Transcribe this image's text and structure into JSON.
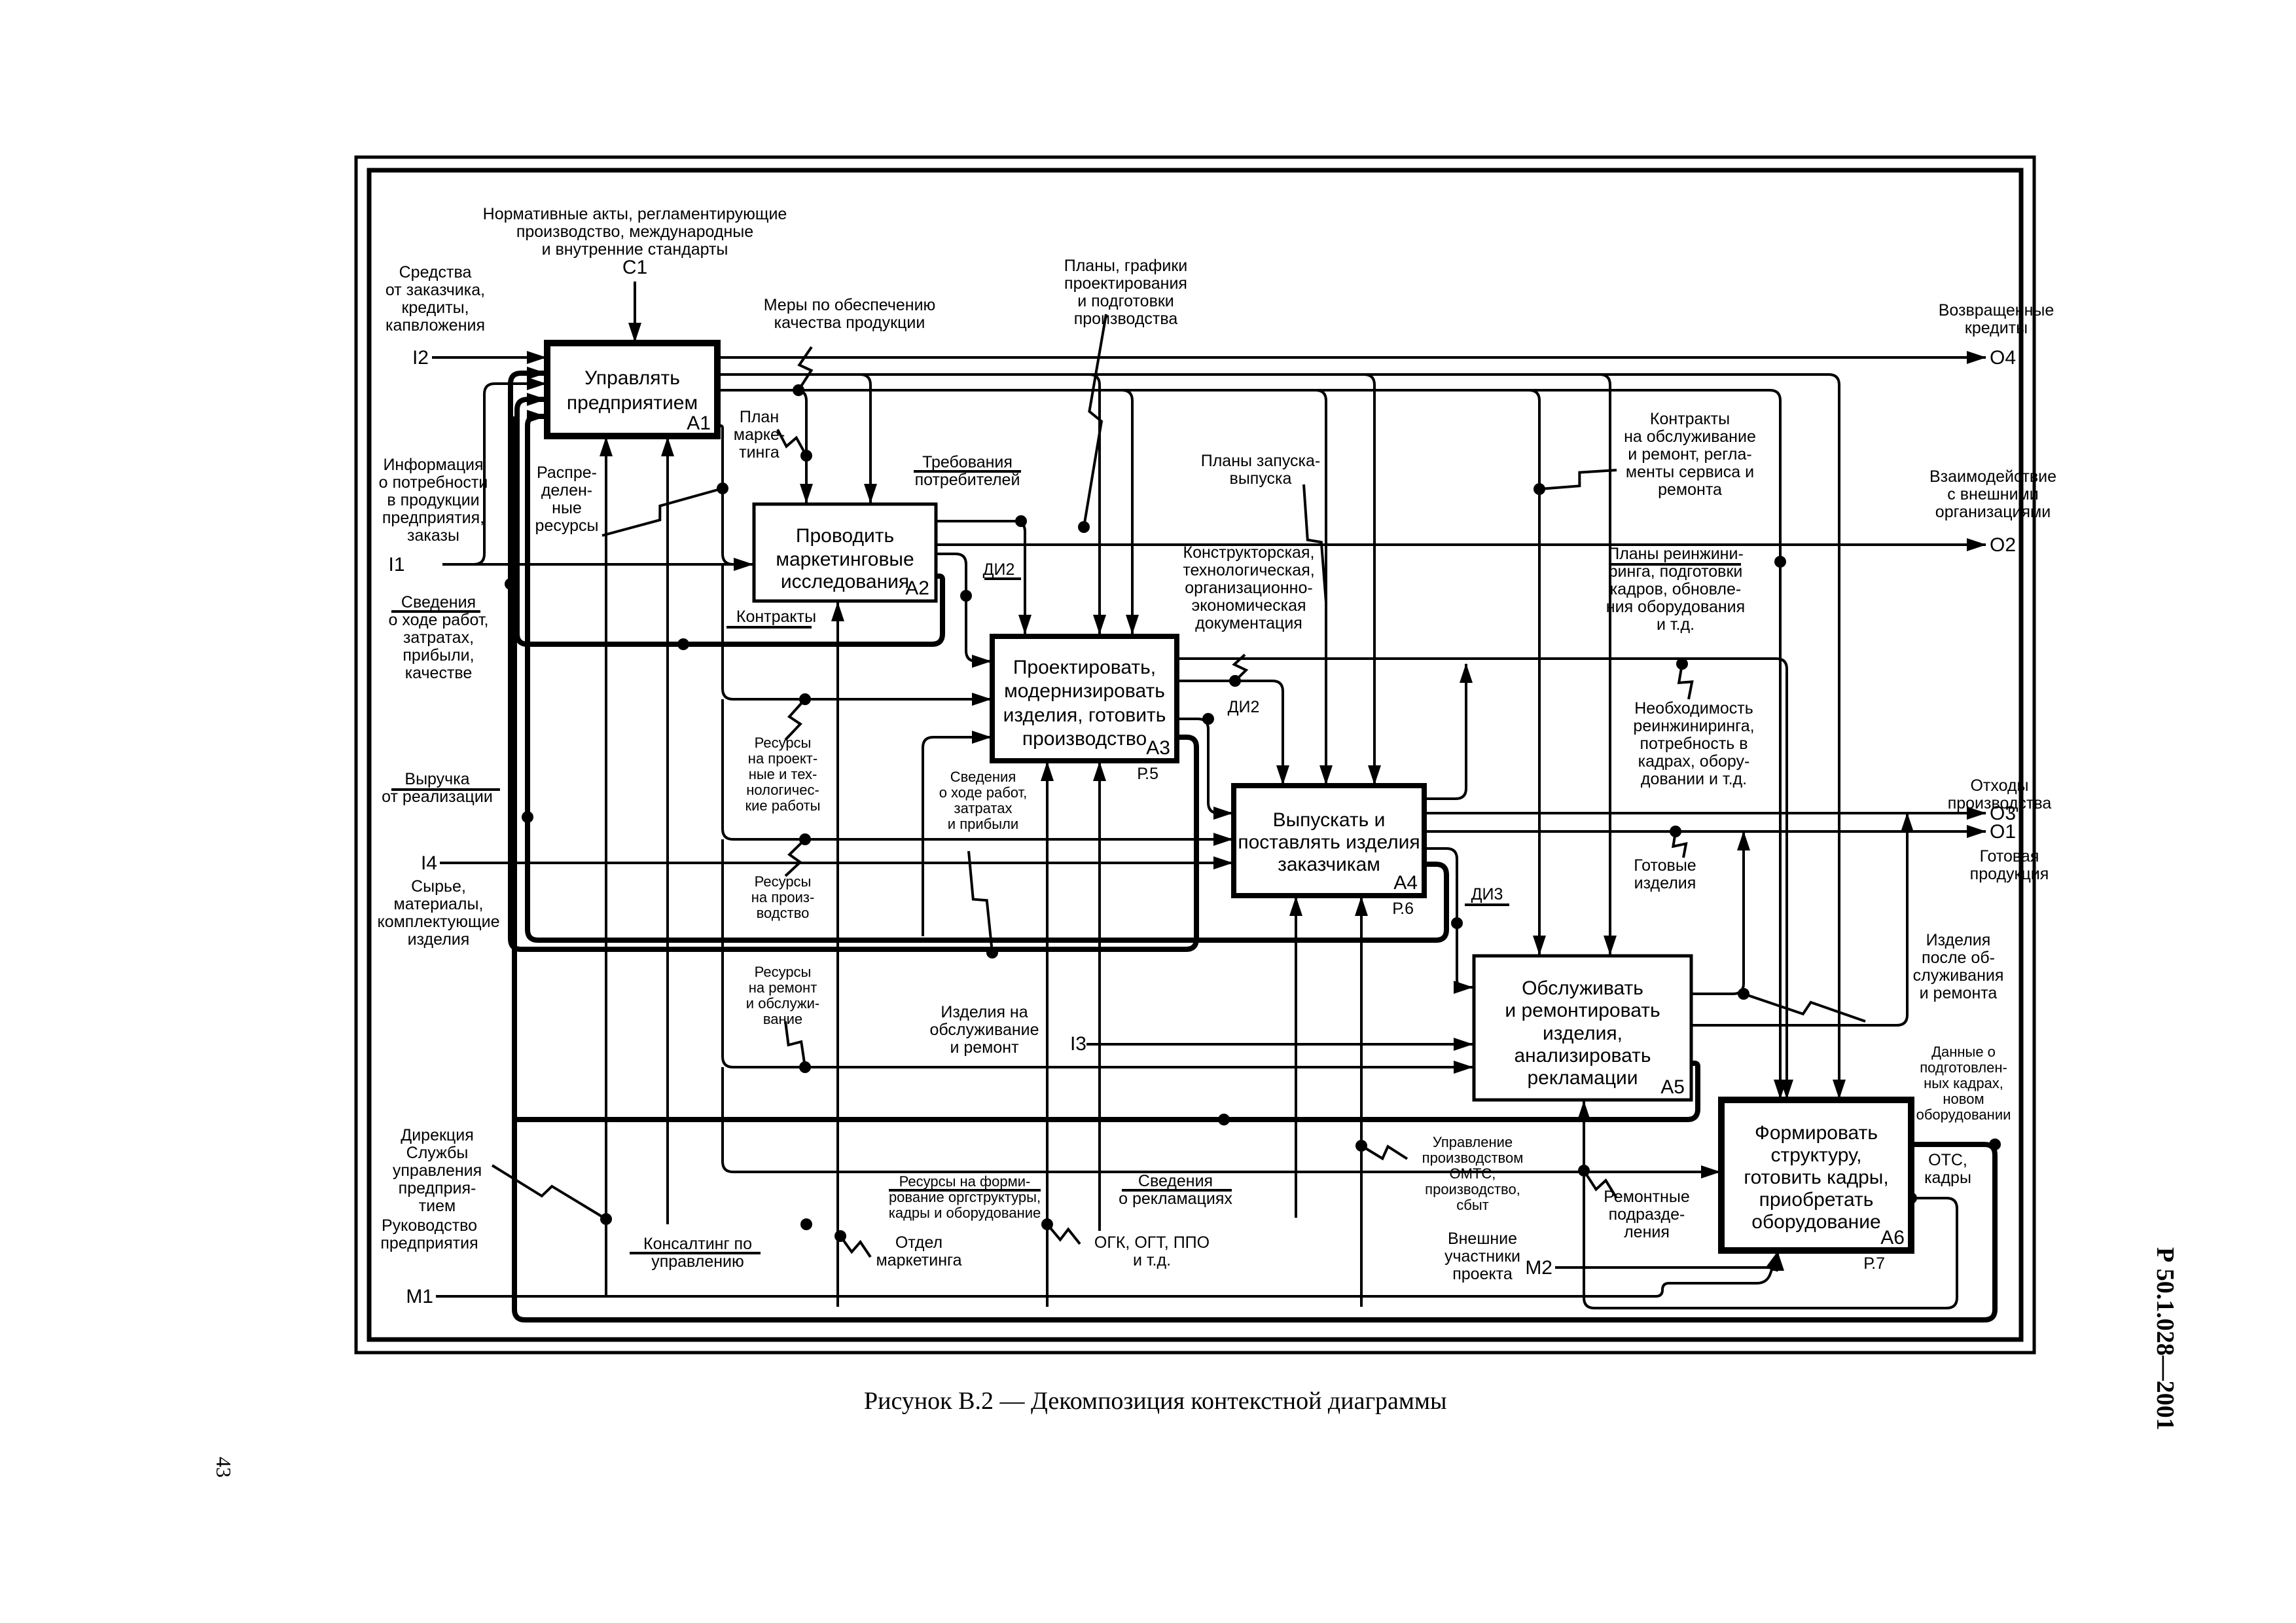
{
  "figure": {
    "caption": "Рисунок В.2 — Декомпозиция контекстной диаграммы",
    "page_number": "43",
    "standard_number": "Р 50.1.028—2001"
  },
  "boxes": [
    {
      "id": "A1",
      "lines": [
        "Управлять",
        "предприятием"
      ],
      "ref": ""
    },
    {
      "id": "A2",
      "lines": [
        "Проводить",
        "маркетинговые",
        "исследования"
      ],
      "ref": ""
    },
    {
      "id": "A3",
      "lines": [
        "Проектировать,",
        "модернизировать",
        "изделия, готовить",
        "производство"
      ],
      "ref": "Р.5"
    },
    {
      "id": "A4",
      "lines": [
        "Выпускать и",
        "поставлять изделия",
        "заказчикам"
      ],
      "ref": "Р.6"
    },
    {
      "id": "A5",
      "lines": [
        "Обслуживать",
        "и ремонтировать",
        "изделия,",
        "анализировать",
        "рекламации"
      ],
      "ref": ""
    },
    {
      "id": "A6",
      "lines": [
        "Формировать",
        "структуру,",
        "готовить кадры,",
        "приобретать",
        "оборудование"
      ],
      "ref": "Р.7"
    }
  ],
  "boundary": {
    "C1": {
      "code": "C1",
      "lines": [
        "Нормативные акты, регламентирующие",
        "производство, международные",
        "и внутренние стандарты"
      ]
    },
    "I1": {
      "code": "I1",
      "lines": [
        "Информация",
        "о потребности",
        "в продукции",
        "предприятия,",
        "заказы"
      ]
    },
    "I2": {
      "code": "I2",
      "lines": [
        "Средства",
        "от заказчика,",
        "кредиты,",
        "капвложения"
      ]
    },
    "I3": {
      "code": "I3",
      "lines": []
    },
    "I4": {
      "code": "I4",
      "lines": [
        "Сырье,",
        "материалы,",
        "комплектующие",
        "изделия"
      ]
    },
    "M1": {
      "code": "M1",
      "lines": [
        "Руководство",
        "предприятия"
      ]
    },
    "M2": {
      "code": "M2",
      "lines": [
        "Внешние",
        "участники",
        "проекта"
      ]
    },
    "O1": {
      "code": "O1",
      "lines": [
        "Готовая",
        "продукция"
      ]
    },
    "O2": {
      "code": "O2",
      "lines": [
        "Взаимодействие",
        "с внешними",
        "организациями"
      ]
    },
    "O3": {
      "code": "O3",
      "lines": [
        "Отходы",
        "производства"
      ]
    },
    "O4": {
      "code": "O4",
      "lines": [
        "Возвращенные",
        "кредиты"
      ]
    }
  },
  "arrow_labels": [
    {
      "key": "mery",
      "lines": [
        "Меры по обеспечению",
        "качества продукции"
      ]
    },
    {
      "key": "plany_grafiki",
      "lines": [
        "Планы, графики",
        "проектирования",
        "и подготовки",
        "производства"
      ]
    },
    {
      "key": "plan_marketinga",
      "lines": [
        "План",
        "марке-",
        "тинга"
      ]
    },
    {
      "key": "trebovaniya",
      "lines": [
        "Требования",
        "потребителей"
      ]
    },
    {
      "key": "plany_zapuska",
      "lines": [
        "Планы запуска-",
        "выпуска"
      ]
    },
    {
      "key": "kontrakty_obsl",
      "lines": [
        "Контракты",
        "на обслуживание",
        "и ремонт, регла-",
        "менты сервиса и",
        "ремонта"
      ]
    },
    {
      "key": "raspred_resursy",
      "lines": [
        "Распре-",
        "делен-",
        "ные",
        "ресурсы"
      ]
    },
    {
      "key": "di2_a",
      "lines": [
        "ДИ2"
      ]
    },
    {
      "key": "di2_b",
      "lines": [
        "ДИ2"
      ]
    },
    {
      "key": "di3",
      "lines": [
        "ДИ3"
      ]
    },
    {
      "key": "konstr_doc",
      "lines": [
        "Конструкторская,",
        "технологическая,",
        "организационно-",
        "экономическая",
        "документация"
      ]
    },
    {
      "key": "plany_reinzh",
      "lines": [
        "Планы реинжини-",
        "ринга, подготовки",
        "кадров, обновле-",
        "ния оборудования",
        "и т.д."
      ]
    },
    {
      "key": "svedeniya_hod",
      "lines": [
        "Сведения",
        "о ходе работ,",
        "затратах,",
        "прибыли,",
        "качестве"
      ]
    },
    {
      "key": "kontrakty",
      "lines": [
        "Контракты"
      ]
    },
    {
      "key": "resursy_proekt",
      "lines": [
        "Ресурсы",
        "на проект-",
        "ные и тех-",
        "нологичес-",
        "кие работы"
      ]
    },
    {
      "key": "svedeniya_zatraty",
      "lines": [
        "Сведения",
        "о ходе работ,",
        "затратах",
        "и прибыли"
      ]
    },
    {
      "key": "neobhodimost",
      "lines": [
        "Необходимость",
        "реинжиниринга,",
        "потребность в",
        "кадрах, обору-",
        "довании и т.д."
      ]
    },
    {
      "key": "vyruchka",
      "lines": [
        "Выручка",
        "от реализации"
      ]
    },
    {
      "key": "resursy_proizv",
      "lines": [
        "Ресурсы",
        "на произ-",
        "водство"
      ]
    },
    {
      "key": "gotovye",
      "lines": [
        "Готовые",
        "изделия"
      ]
    },
    {
      "key": "izdeliya_posle",
      "lines": [
        "Изделия",
        "после об-",
        "служивания",
        "и ремонта"
      ]
    },
    {
      "key": "resursy_remont",
      "lines": [
        "Ресурсы",
        "на ремонт",
        "и обслужи-",
        "вание"
      ]
    },
    {
      "key": "izdeliya_na",
      "lines": [
        "Изделия на",
        "обслуживание",
        "и ремонт"
      ]
    },
    {
      "key": "dannye",
      "lines": [
        "Данные о",
        "подготовлен-",
        "ных кадрах,",
        "новом",
        "оборудовании"
      ]
    },
    {
      "key": "direkciya",
      "lines": [
        "Дирекция",
        "Службы",
        "управления",
        "предприя-",
        "тием"
      ]
    },
    {
      "key": "upravlenie_proizv",
      "lines": [
        "Управление",
        "производством",
        "ОМТС,",
        "производство,",
        "сбыт"
      ]
    },
    {
      "key": "remontnye",
      "lines": [
        "Ремонтные",
        "подразде-",
        "ления"
      ]
    },
    {
      "key": "otc",
      "lines": [
        "ОТС,",
        "кадры"
      ]
    },
    {
      "key": "resursy_form",
      "lines": [
        "Ресурсы на форми-",
        "рование оргструктуры,",
        "кадры и оборудование"
      ]
    },
    {
      "key": "svedeniya_rekl",
      "lines": [
        "Сведения",
        "о рекламациях"
      ]
    },
    {
      "key": "konsalting",
      "lines": [
        "Консалтинг по",
        "управлению"
      ]
    },
    {
      "key": "otdel_marketinga",
      "lines": [
        "Отдел",
        "маркетинга"
      ]
    },
    {
      "key": "ogk",
      "lines": [
        "ОГК, ОГТ, ППО",
        "и т.д."
      ]
    }
  ]
}
